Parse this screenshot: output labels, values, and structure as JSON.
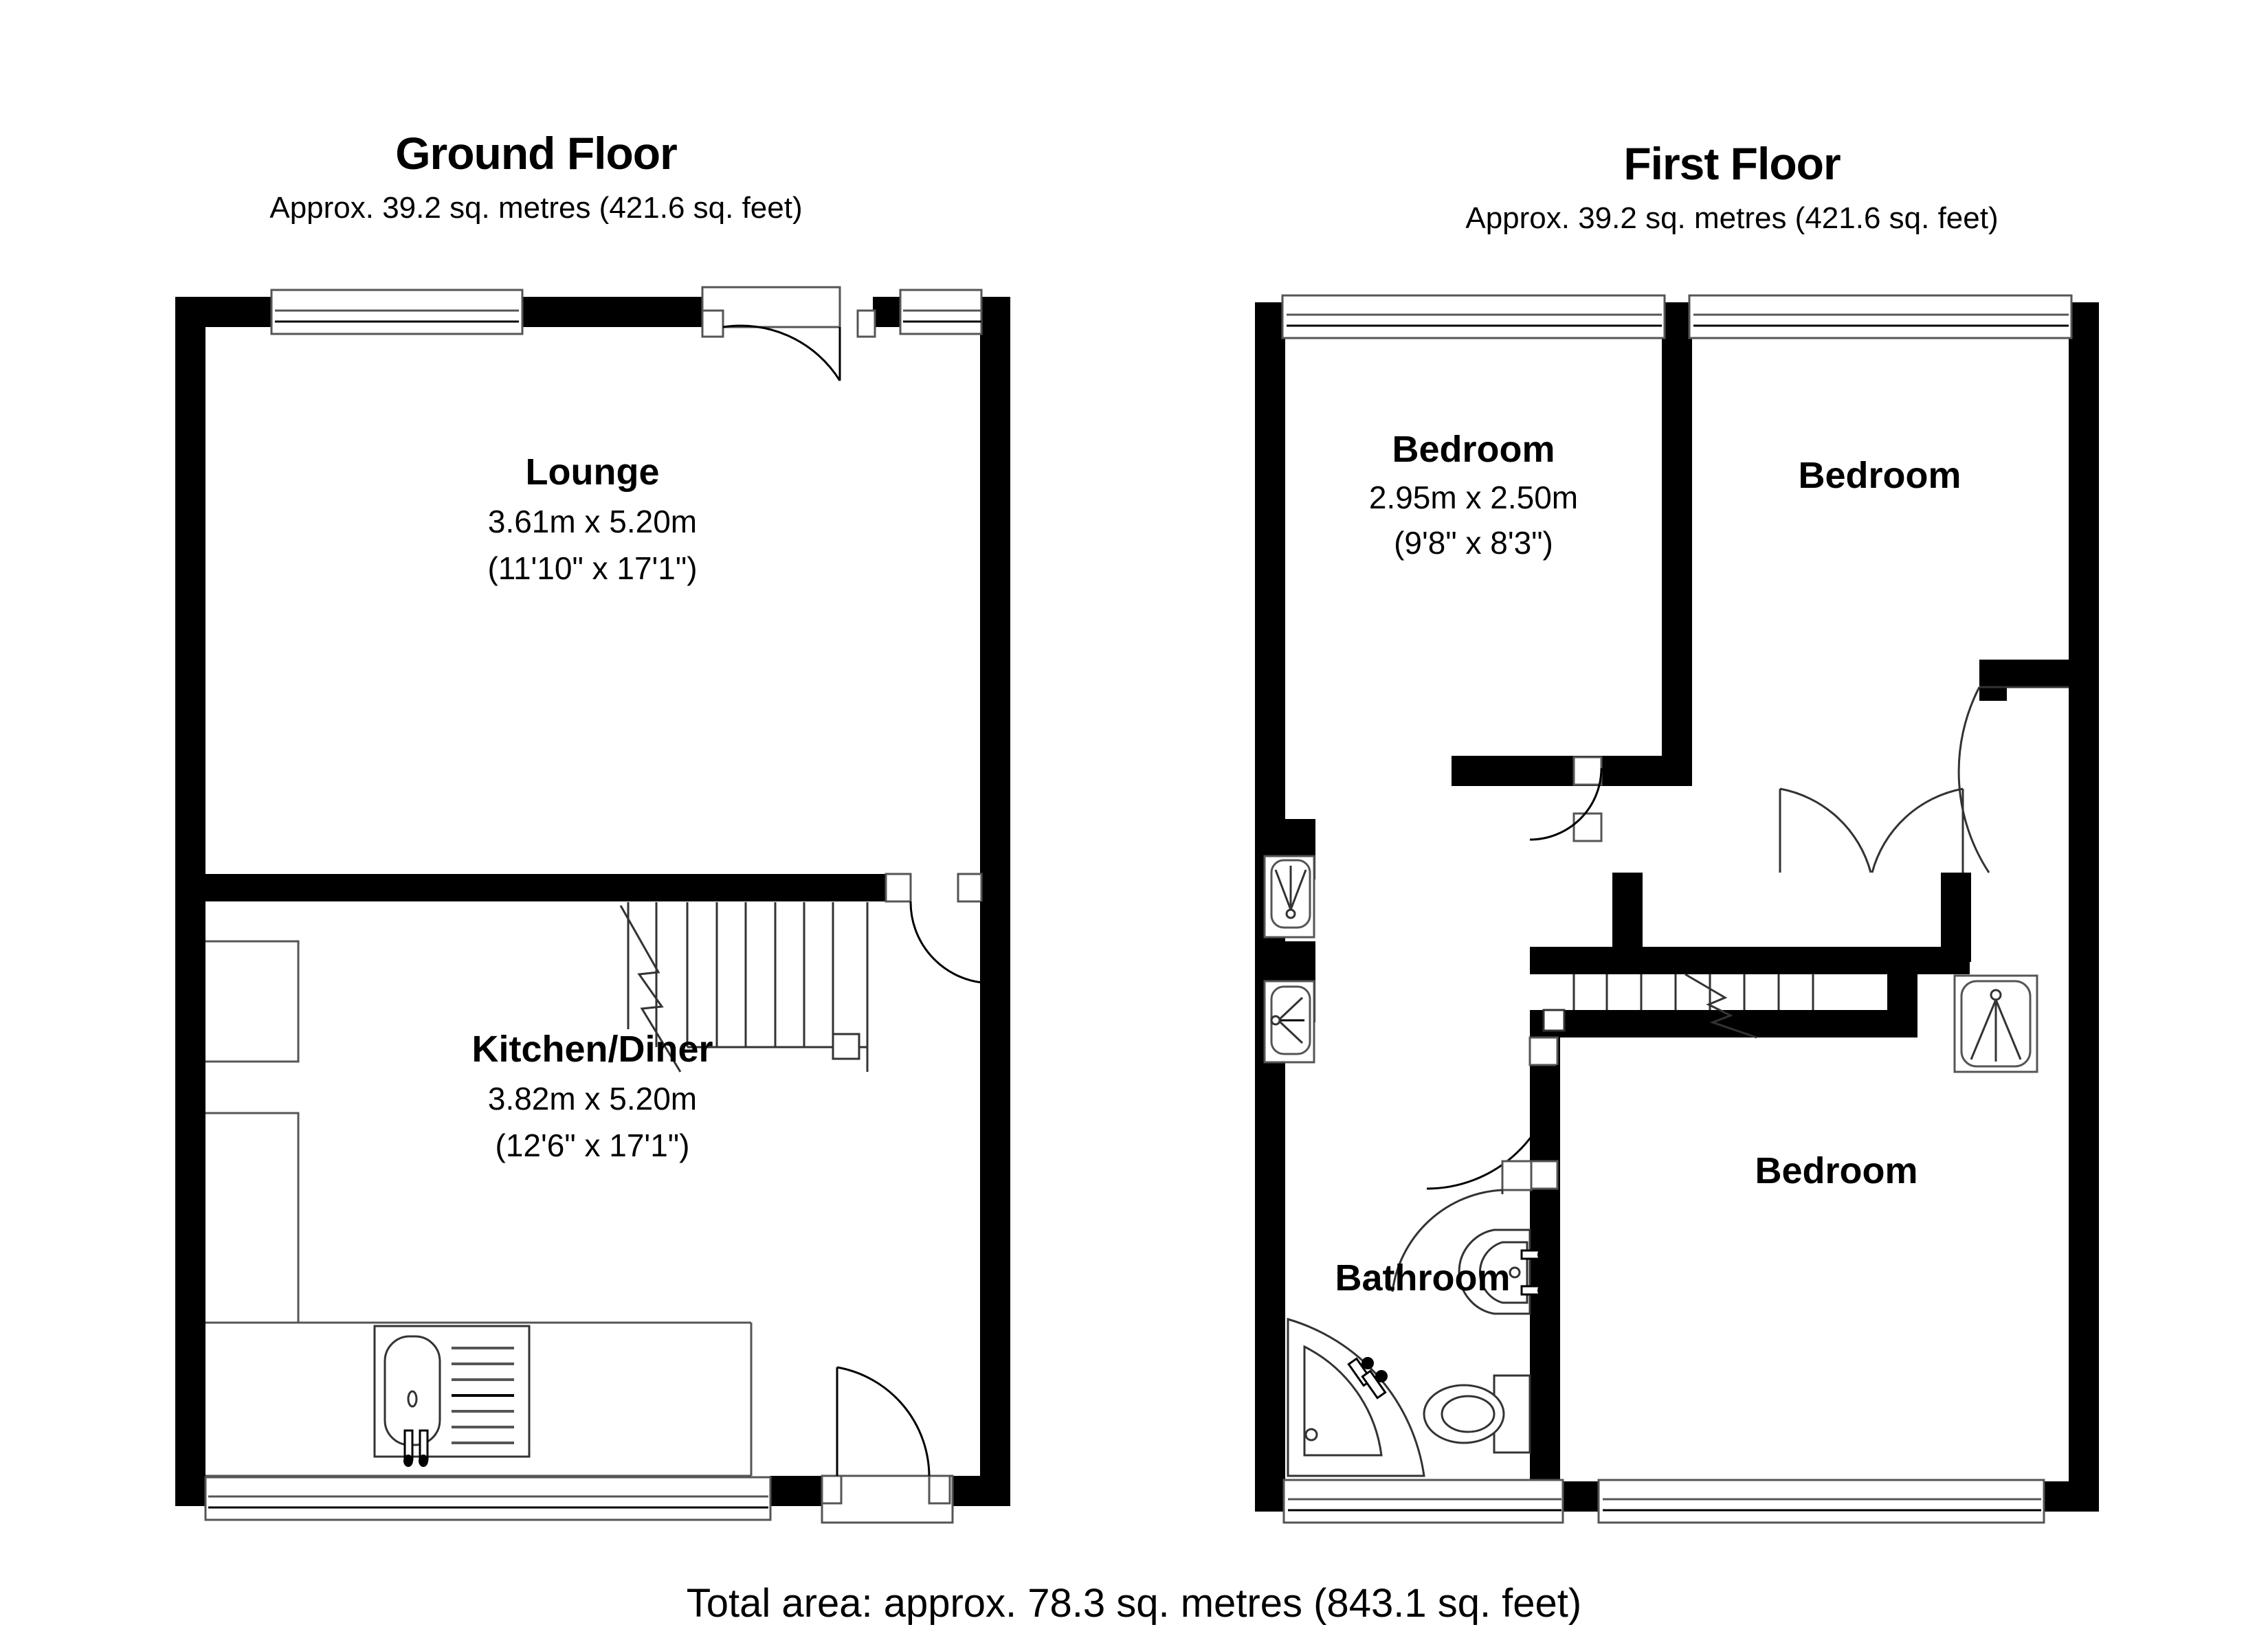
{
  "document": {
    "type": "floor-plan",
    "total_area_text": "Total area: approx. 78.3 sq. metres (843.1 sq. feet)"
  },
  "floors": [
    {
      "id": "ground",
      "title": "Ground Floor",
      "area_text": "Approx. 39.2 sq. metres (421.6 sq. feet)",
      "rooms": [
        {
          "name": "Lounge",
          "dim_metric": "3.61m x 5.20m",
          "dim_imperial": "(11'10\" x 17'1\")"
        },
        {
          "name": "Kitchen/Diner",
          "dim_metric": "3.82m x 5.20m",
          "dim_imperial": "(12'6\" x 17'1\")"
        }
      ]
    },
    {
      "id": "first",
      "title": "First Floor",
      "area_text": "Approx. 39.2 sq. metres (421.6 sq. feet)",
      "rooms": [
        {
          "name": "Bedroom",
          "dim_metric": "2.95m x 2.50m",
          "dim_imperial": "(9'8\" x 8'3\")"
        },
        {
          "name": "Bedroom",
          "dim_metric": "",
          "dim_imperial": ""
        },
        {
          "name": "Bedroom",
          "dim_metric": "",
          "dim_imperial": ""
        },
        {
          "name": "Bathroom",
          "dim_metric": "",
          "dim_imperial": ""
        }
      ]
    }
  ],
  "colors": {
    "wall": "#000000",
    "background": "#ffffff",
    "line": "#000000",
    "thin_line": "#555555"
  },
  "symbols": {
    "window": "window-symbol",
    "door_swing": "door-swing-symbol",
    "staircase": "staircase-symbol",
    "sink": "kitchen-sink-symbol",
    "bath": "corner-bath-symbol",
    "toilet": "toilet-symbol",
    "basin": "wash-basin-symbol"
  }
}
